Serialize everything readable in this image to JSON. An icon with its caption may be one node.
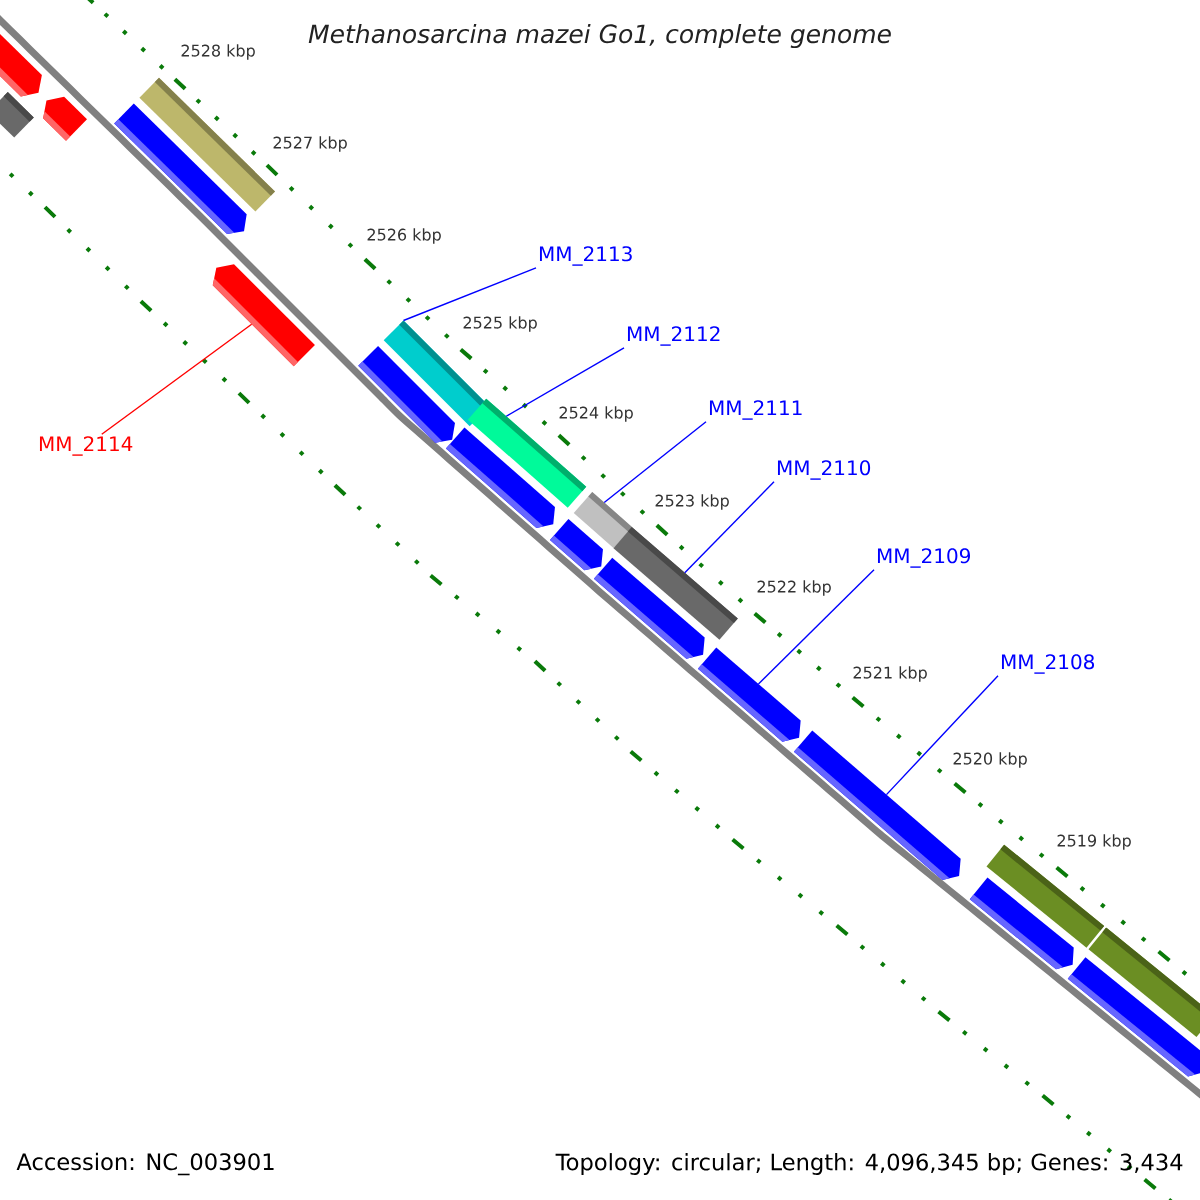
{
  "diagram": {
    "title": "Methanosarcina mazei Go1, complete genome",
    "nodes": [
      {
        "text": [
          "MM_2113"
        ]
      },
      {
        "text": [
          "MM_2112"
        ]
      },
      {
        "text": [
          "MM_2111"
        ]
      },
      {
        "text": [
          "MM_2110"
        ]
      },
      {
        "text": [
          "MM_2109"
        ]
      },
      {
        "text": [
          "MM_2108"
        ]
      },
      {
        "text": [
          "MM_2114"
        ]
      },
      {
        "text": [],
        "shape": "bar"
      },
      {
        "text": [],
        "shape": "pentagon"
      },
      {
        "text": [],
        "shape": "pentagon"
      },
      {
        "text": [],
        "shape": "bar"
      },
      {
        "text": [],
        "shape": "pentagon"
      },
      {
        "text": [],
        "shape": "pentagon"
      },
      {
        "text": [],
        "shape": "bar"
      },
      {
        "text": [],
        "shape": "pentagon"
      },
      {
        "text": [],
        "shape": "bar"
      },
      {
        "text": [],
        "shape": "pentagon"
      },
      {
        "text": [],
        "shape": "bar"
      },
      {
        "text": [],
        "shape": "pentagon"
      },
      {
        "text": [],
        "shape": "bar"
      },
      {
        "text": [],
        "shape": "pentagon"
      },
      {
        "text": [],
        "shape": "pentagon"
      },
      {
        "text": [],
        "shape": "pentagon"
      },
      {
        "text": [],
        "shape": "bar"
      },
      {
        "text": [],
        "shape": "pentagon"
      },
      {
        "text": [],
        "shape": "bar"
      },
      {
        "text": [],
        "shape": "pentagon"
      }
    ],
    "edges": [
      {
        "from": 0,
        "to": 13,
        "arrow": "none"
      },
      {
        "from": 1,
        "to": 15,
        "arrow": "none"
      },
      {
        "from": 2,
        "to": 17,
        "arrow": "none"
      },
      {
        "from": 3,
        "to": 19,
        "arrow": "none"
      },
      {
        "from": 4,
        "to": 21,
        "arrow": "none"
      },
      {
        "from": 5,
        "to": 22,
        "arrow": "none"
      },
      {
        "from": 6,
        "to": 12,
        "arrow": "none",
        "color": "#ff0000"
      }
    ],
    "labels": [
      "2528 kbp",
      "2527 kbp",
      "2526 kbp",
      "2525 kbp",
      "2524 kbp",
      "2523 kbp",
      "2522 kbp",
      "2521 kbp",
      "2520 kbp",
      "2519 kbp",
      "Accession: NC_003901",
      "Topology: circular; Length: 4,096,345 bp; Genes: 3,434"
    ]
  }
}
